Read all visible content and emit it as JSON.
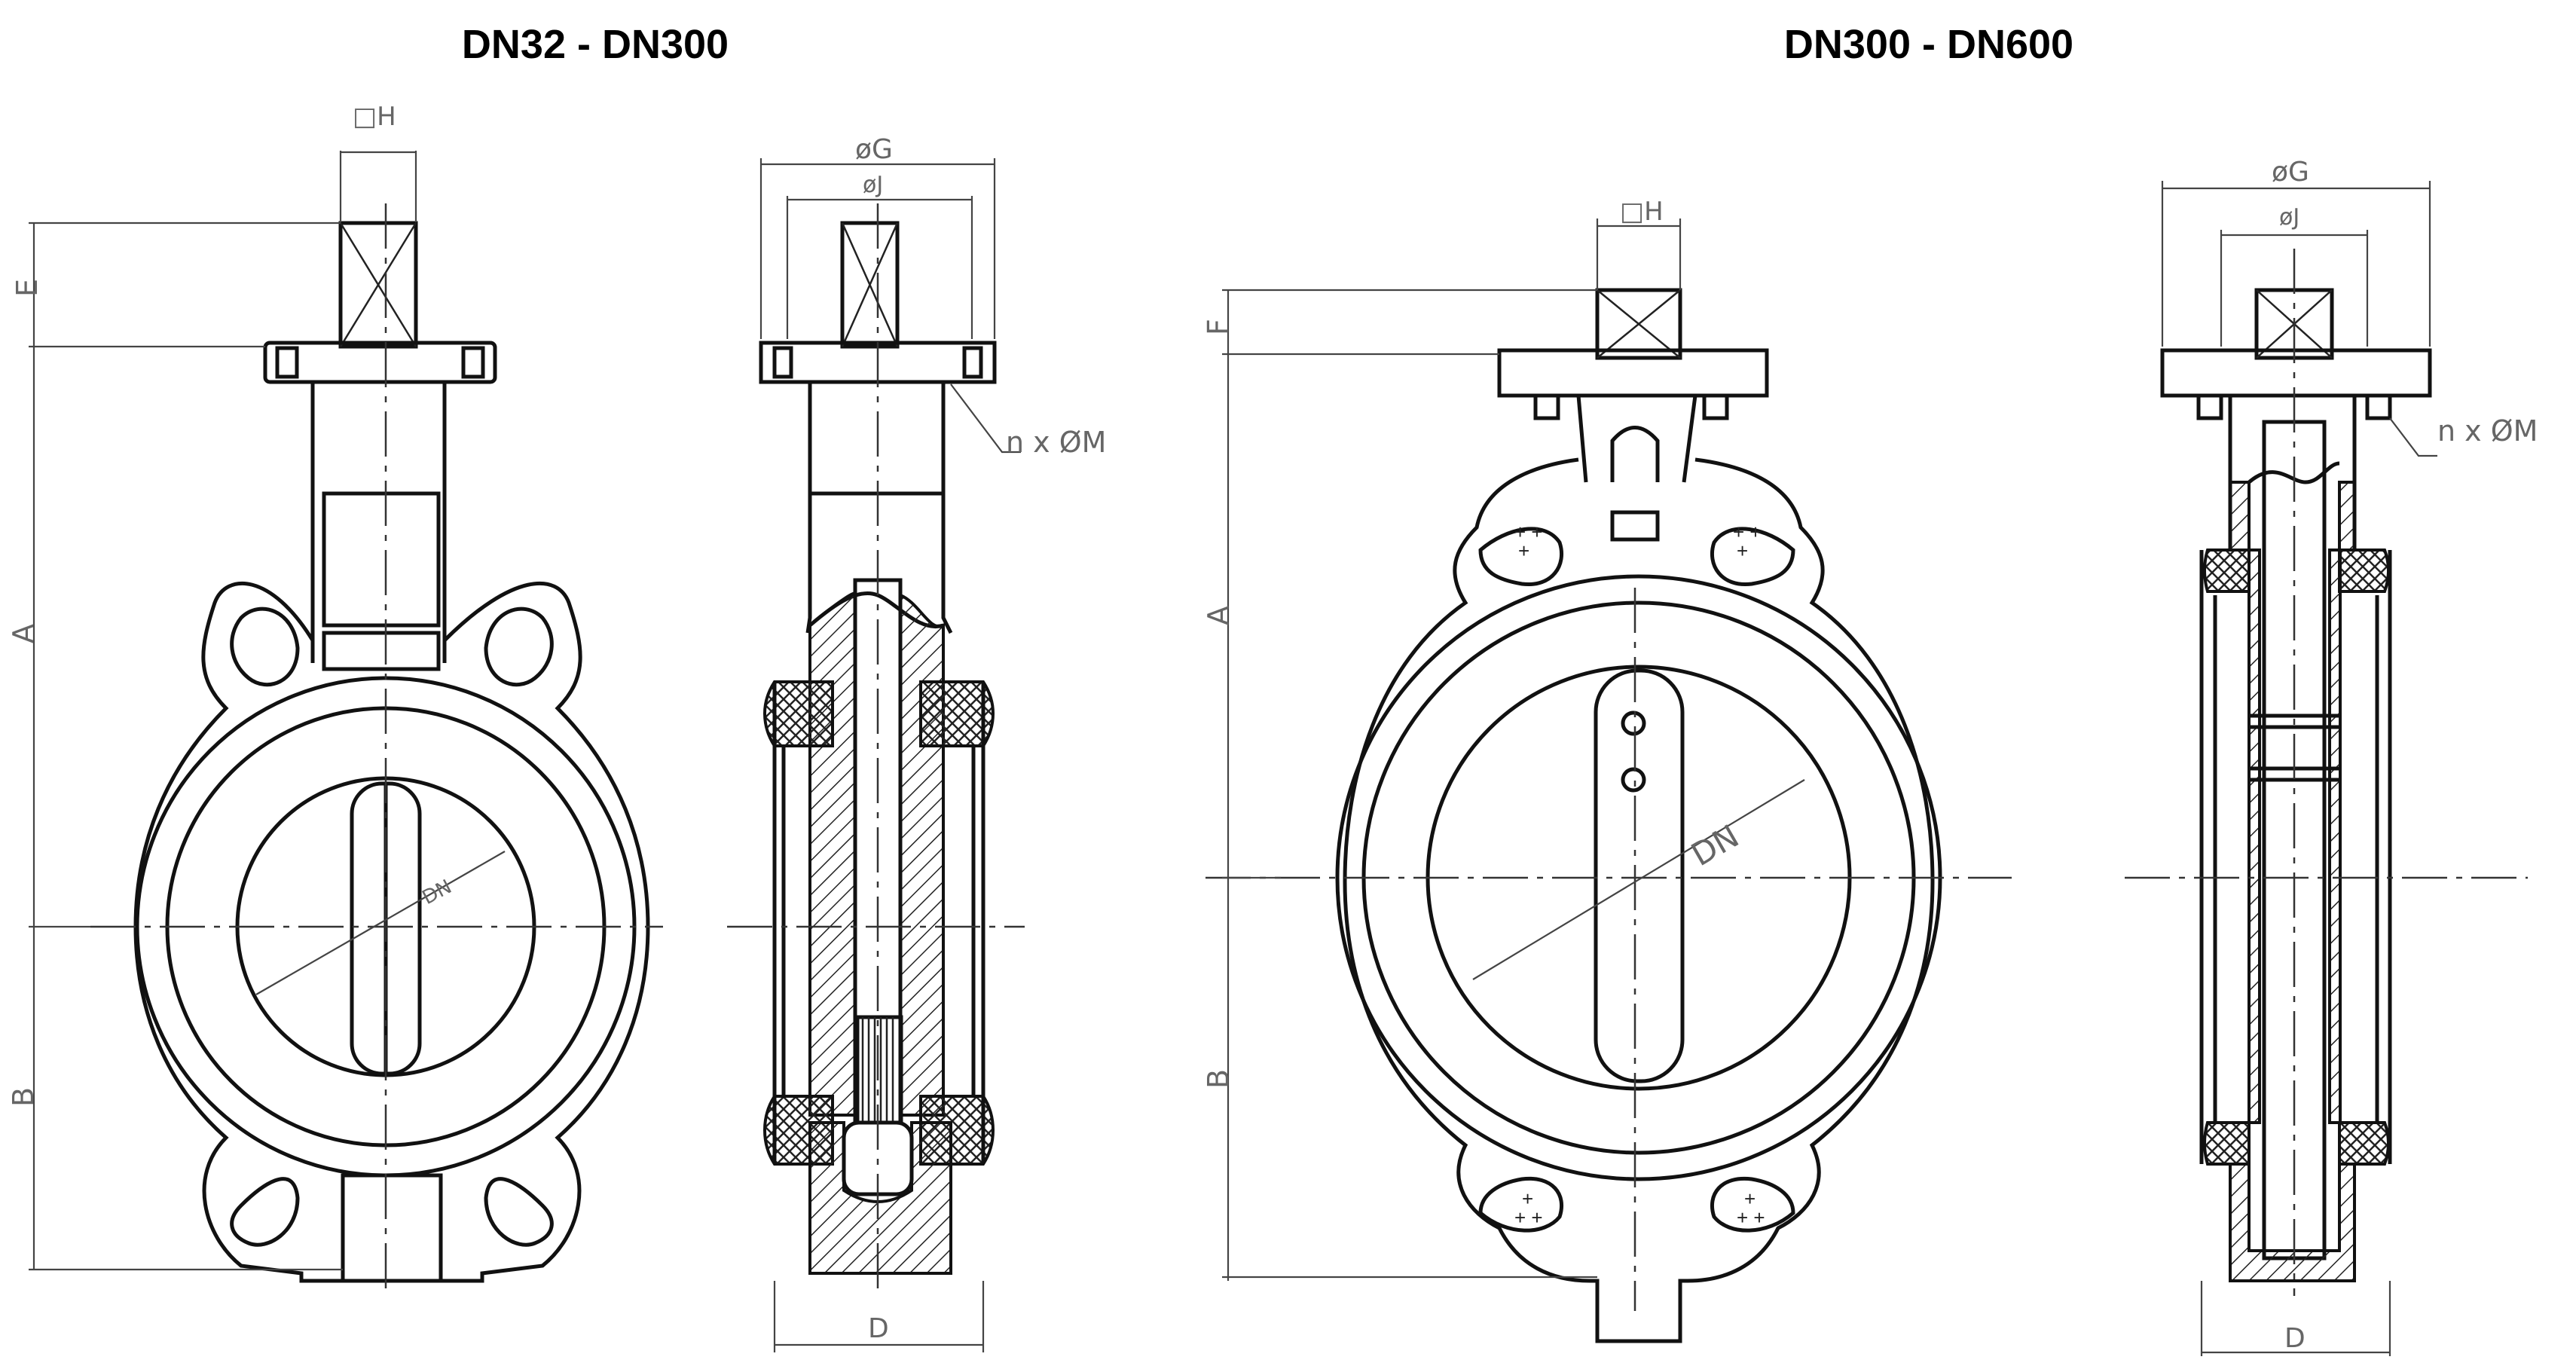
{
  "titles": {
    "left": "DN32 - DN300",
    "right": "DN300 - DN600"
  },
  "labels": {
    "H": "□H",
    "G": "øG",
    "J": "øJ",
    "E": "E",
    "F": "F",
    "A": "A",
    "B": "B",
    "D": "D",
    "DN": "DN",
    "bolts": "n x ØM"
  },
  "colors": {
    "line": "#111111",
    "dimension_text": "#666666",
    "background": "#ffffff"
  }
}
